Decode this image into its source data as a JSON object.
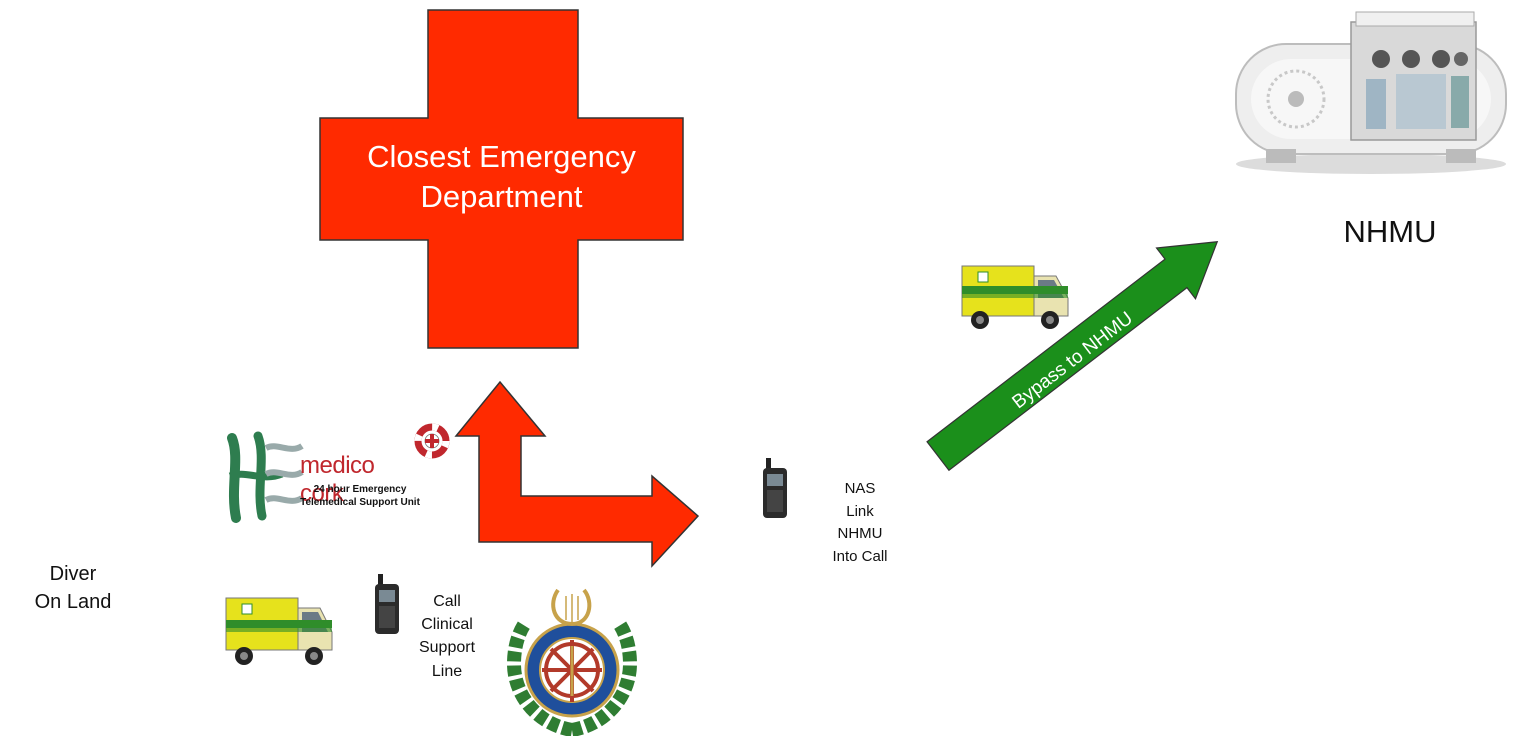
{
  "emergency": {
    "line1": "Closest Emergency",
    "line2": "Department"
  },
  "nhmu_label": "NHMU",
  "bypass_label": "Bypass to NHMU",
  "medico": {
    "name": "medico cork",
    "sub1": "24 hour Emergency",
    "sub2": "Telemedical Support Unit"
  },
  "diver": {
    "line1": "Diver",
    "line2": "On Land"
  },
  "call_clinical": [
    "Call",
    "Clinical",
    "Support",
    "Line"
  ],
  "nas_link": [
    "NAS",
    "Link",
    "NHMU",
    "Into Call"
  ],
  "colors": {
    "cross": "#ff2a00",
    "arrow": "#ff2a00",
    "bypass": "#1b8f1b",
    "ambulance_yellow": "#e6e21c",
    "ambulance_green": "#2f8d2a"
  },
  "icons": {
    "chamber": "hyperbaric-chamber-icon",
    "ambulance": "ambulance-icon",
    "radio": "radio-handset-icon",
    "nas_crest": "nas-crest-icon",
    "hse_logo": "hse-logo-icon",
    "lifebuoy": "lifebuoy-icon"
  }
}
